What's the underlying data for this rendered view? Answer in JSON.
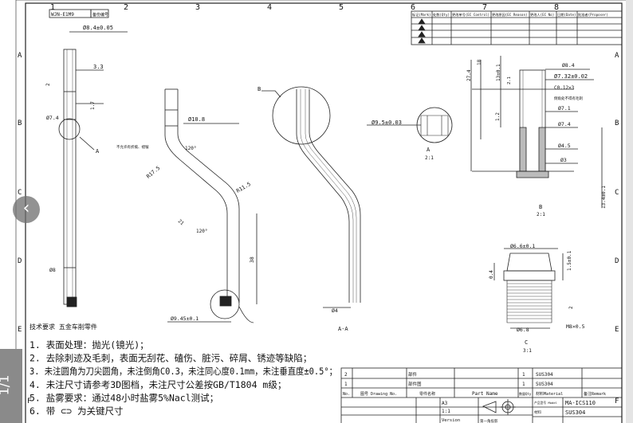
{
  "viewer": {
    "page_indicator": "1/1",
    "back_icon": "chevron-left"
  },
  "zones": {
    "columns": [
      "1",
      "2",
      "3",
      "4",
      "5",
      "6",
      "7",
      "8"
    ],
    "rows": [
      "A",
      "B",
      "C",
      "D",
      "E",
      "F"
    ]
  },
  "top_label": {
    "code": "WJN-E1M9",
    "tag": "备份编号"
  },
  "revision_table": {
    "headers": [
      "标记(Mark)",
      "处数(Qty)",
      "更改单号(EC Control)",
      "更改原因(EC Reason)",
      "更改人(EC No)",
      "日期(Date)",
      "批准者(Proposer)"
    ]
  },
  "views": {
    "main": {
      "dims": [
        "Ø8.4±0.05",
        "3.3",
        "2",
        "1.7",
        "Ø7.4",
        "A",
        "Ø8"
      ]
    },
    "bent": {
      "dims": [
        "Ø10.8",
        "120°",
        "R17.5",
        "R11.5",
        "21",
        "120°",
        "38",
        "Ø9.45±0.1",
        "不允许有折痕、褶皱"
      ]
    },
    "section": {
      "label": "A-A",
      "detail_ref": "B",
      "dims": [
        "Ø4"
      ]
    },
    "detail_a": {
      "label": "A",
      "scale": "2:1",
      "dims": [
        "Ø9.5±0.03"
      ]
    },
    "detail_b": {
      "label": "B",
      "scale": "2:1",
      "dims": [
        "27.4",
        "18",
        "13±0.1",
        "2.1",
        "1.2",
        "Ø8.4",
        "Ø7.32±0.02",
        "C0.12×3",
        "倒角处不得有毛刺",
        "Ø7.1",
        "Ø7.4",
        "Ø4.5",
        "Ø3",
        "13.4±0.1"
      ]
    },
    "detail_c": {
      "label": "C",
      "scale": "3:1",
      "dims": [
        "Ø6.6±0.1",
        "0.4",
        "1.5±0.1",
        "2",
        "Ø6.8",
        "M8×0.5"
      ]
    }
  },
  "notes": {
    "title": "技术要求  五金车削零件",
    "items": [
      "1. 表面处理：抛光(镜光)；",
      "2. 去除刺迹及毛刺，表面无刮花、磕伤、脏污、碎屑、锈迹等缺陷；",
      "3. 未注圆角为刀尖圆角，未注倒角C0.3，未注同心度0.1mm，未注垂直度±0.5°；",
      "4. 未注尺寸请参考3D图档，未注尺寸公差按GB/T1804 m级；",
      "5. 盐雾要求：通过48小时盐雾5%Nacl测试；",
      "6. 带 ⊂⊃ 为关键尺寸"
    ]
  },
  "title_block": {
    "bom_rows": [
      {
        "no": "2",
        "name": "部件",
        "qty": "1",
        "material": "SUS304"
      },
      {
        "no": "1",
        "name": "部件图",
        "qty": "1",
        "material": "SUS304"
      }
    ],
    "header": {
      "no": "No.",
      "drawing": "图号 Drawing No.",
      "name_cn": "零件名称",
      "name": "Part Name",
      "qty": "数量Qty",
      "material": "材料Material",
      "remark": "备注Remark"
    },
    "model_label": "产品型号 Model",
    "model": "MA-ICS110",
    "material_label": "材料",
    "material": "SUS304",
    "sheet_size": "A3",
    "scale": "1:1",
    "version": "Version",
    "projection": "第一角投影"
  }
}
